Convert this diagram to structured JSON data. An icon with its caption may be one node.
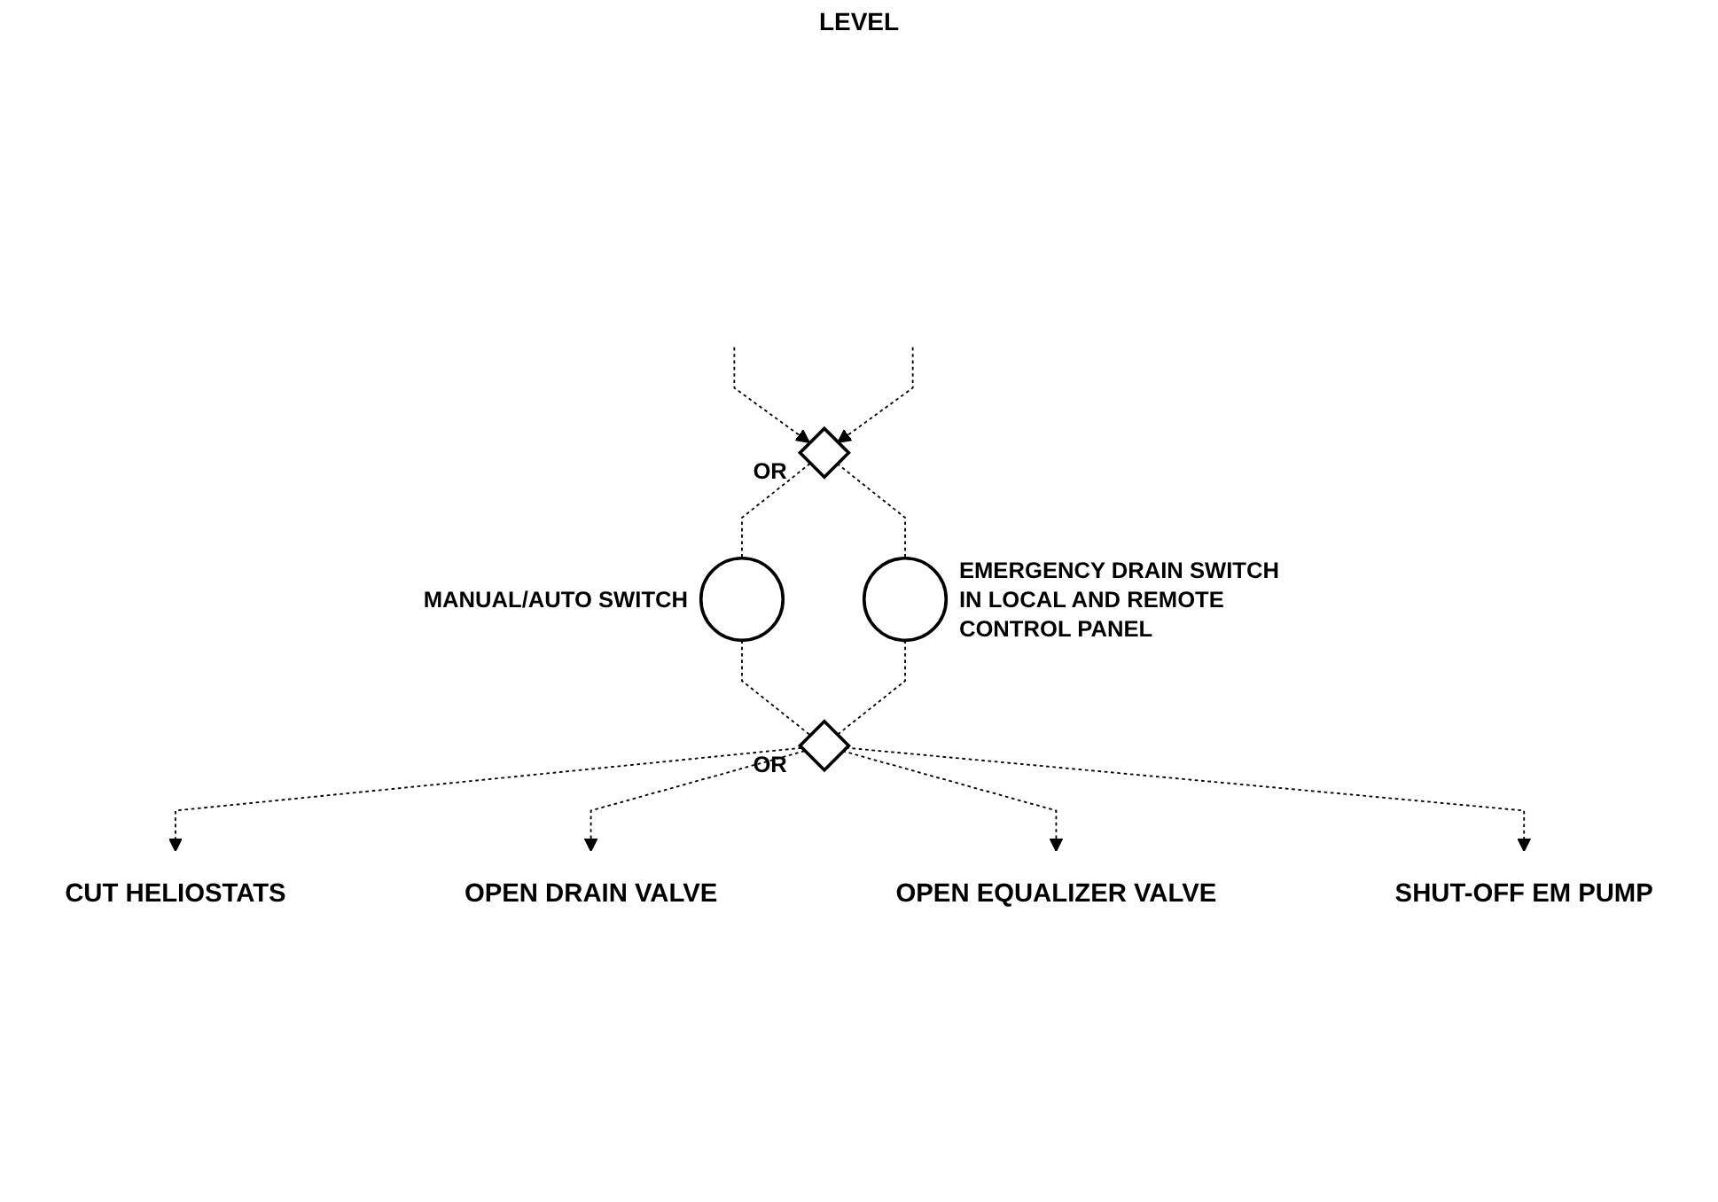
{
  "diagram": {
    "nodes": [
      {
        "text": [],
        "shape": "diamond",
        "beside": [
          "OR"
        ]
      },
      {
        "text": [],
        "shape": "circle",
        "beside": [
          "MANUAL/AUTO SWITCH"
        ]
      },
      {
        "text": [],
        "shape": "circle",
        "beside": [
          "EMERGENCY DRAIN SWITCH IN LOCAL AND REMOTE CONTROL PANEL"
        ]
      },
      {
        "text": [],
        "shape": "diamond",
        "beside": [
          "OR"
        ]
      },
      {
        "text": [
          "CUT HELIOSTATS"
        ]
      },
      {
        "text": [
          "OPEN DRAIN VALVE"
        ]
      },
      {
        "text": [
          "OPEN EQUALIZER VALVE"
        ]
      },
      {
        "text": [
          "SHUT-OFF EM PUMP"
        ]
      }
    ],
    "edges": [
      {
        "from": null,
        "to": 0,
        "arrow": "to",
        "style": "dashed"
      },
      {
        "from": null,
        "to": 0,
        "arrow": "to",
        "style": "dashed"
      },
      {
        "from": 0,
        "to": 1,
        "arrow": "none",
        "style": "dashed"
      },
      {
        "from": 0,
        "to": 2,
        "arrow": "none",
        "style": "dashed"
      },
      {
        "from": 1,
        "to": 3,
        "arrow": "none",
        "style": "dashed"
      },
      {
        "from": 2,
        "to": 3,
        "arrow": "none",
        "style": "dashed"
      },
      {
        "from": 3,
        "to": 4,
        "arrow": "to",
        "style": "dashed"
      },
      {
        "from": 3,
        "to": 5,
        "arrow": "to",
        "style": "dashed"
      },
      {
        "from": 3,
        "to": 6,
        "arrow": "to",
        "style": "dashed"
      },
      {
        "from": 3,
        "to": 7,
        "arrow": "to",
        "style": "dashed"
      }
    ],
    "labels": [
      "LEVEL"
    ]
  }
}
